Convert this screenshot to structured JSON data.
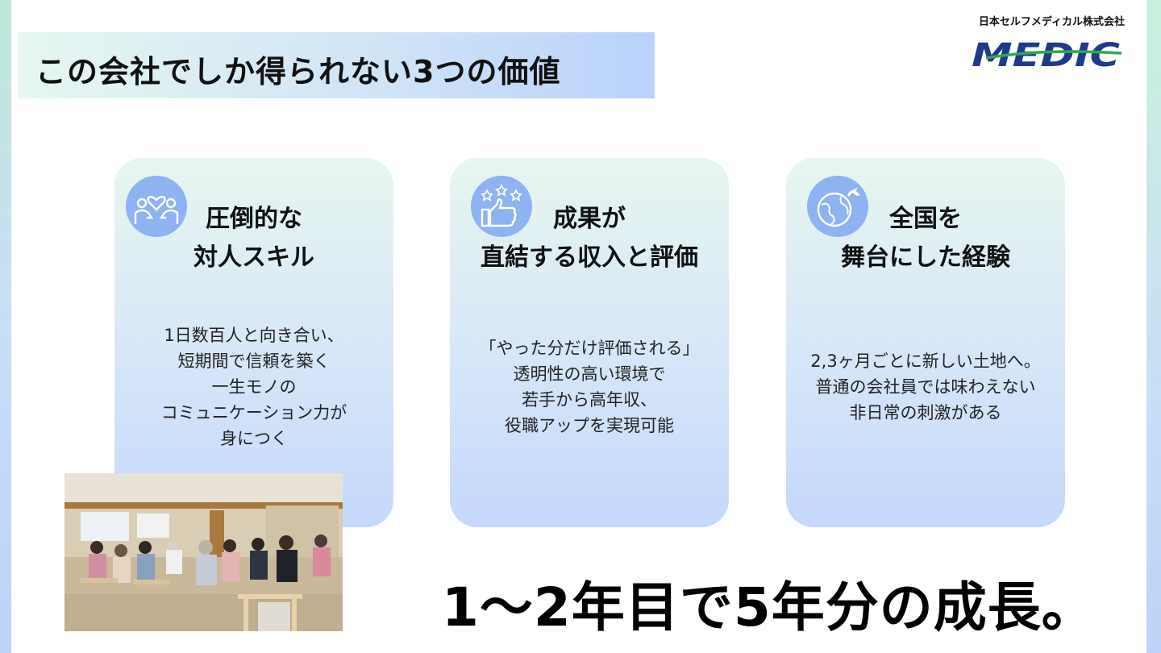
{
  "header": {
    "title": "この会社でしか得られない3つの価値",
    "company_name": "日本セルフメディカル株式会社",
    "logo_text": "MEDIC"
  },
  "cards": [
    {
      "icon": "people-heart-icon",
      "title_lines": [
        "圧倒的な",
        "対人スキル"
      ],
      "body_lines": [
        "1日数百人と向き合い、",
        "短期間で信頼を築く",
        "一生モノの",
        "コミュニケーション力が",
        "身につく"
      ]
    },
    {
      "icon": "thumbs-up-stars-icon",
      "title_lines": [
        "成果が",
        "直結する収入と評価"
      ],
      "body_lines": [
        "「やった分だけ評価される」",
        "透明性の高い環境で",
        "若手から高年収、",
        "役職アップを実現可能"
      ]
    },
    {
      "icon": "globe-airplane-icon",
      "title_lines": [
        "全国を",
        "舞台にした経験"
      ],
      "body_lines": [
        "2,3ヶ月ごとに新しい土地へ。",
        "普通の会社員では味わえない",
        "非日常の刺激がある"
      ]
    }
  ],
  "headline": "1〜2年目で5年分の成長。",
  "colors": {
    "card_top": "#e7f6ef",
    "card_bottom": "#c5d8fb",
    "icon_circle": "#8fb2f2",
    "logo_blue": "#1f3a8a",
    "logo_green": "#2fa84f"
  }
}
